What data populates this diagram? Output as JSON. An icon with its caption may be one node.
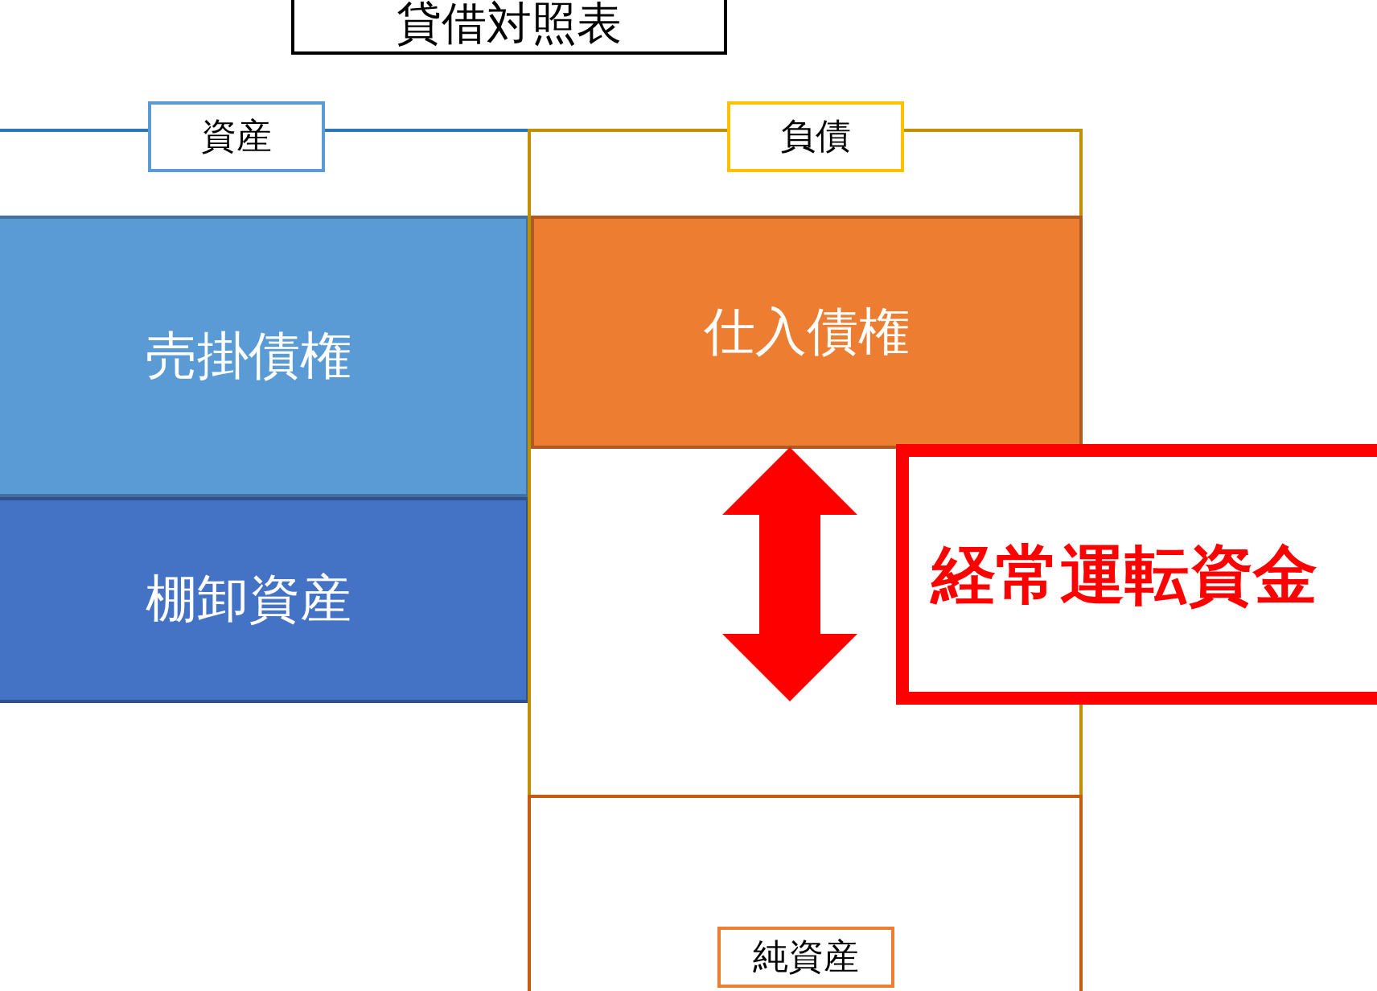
{
  "diagram": {
    "title": "貸借対照表",
    "nodes": [
      {
        "text": [
          "資産"
        ]
      },
      {
        "text": [
          "売掛債権"
        ],
        "in": 0
      },
      {
        "text": [
          "棚卸資産"
        ],
        "in": 0
      },
      {
        "text": [
          "負債"
        ]
      },
      {
        "text": [
          "仕入債権"
        ],
        "in": 3
      },
      {
        "text": [
          "経常運転資金"
        ]
      },
      {
        "text": [
          "純資産"
        ]
      }
    ]
  }
}
